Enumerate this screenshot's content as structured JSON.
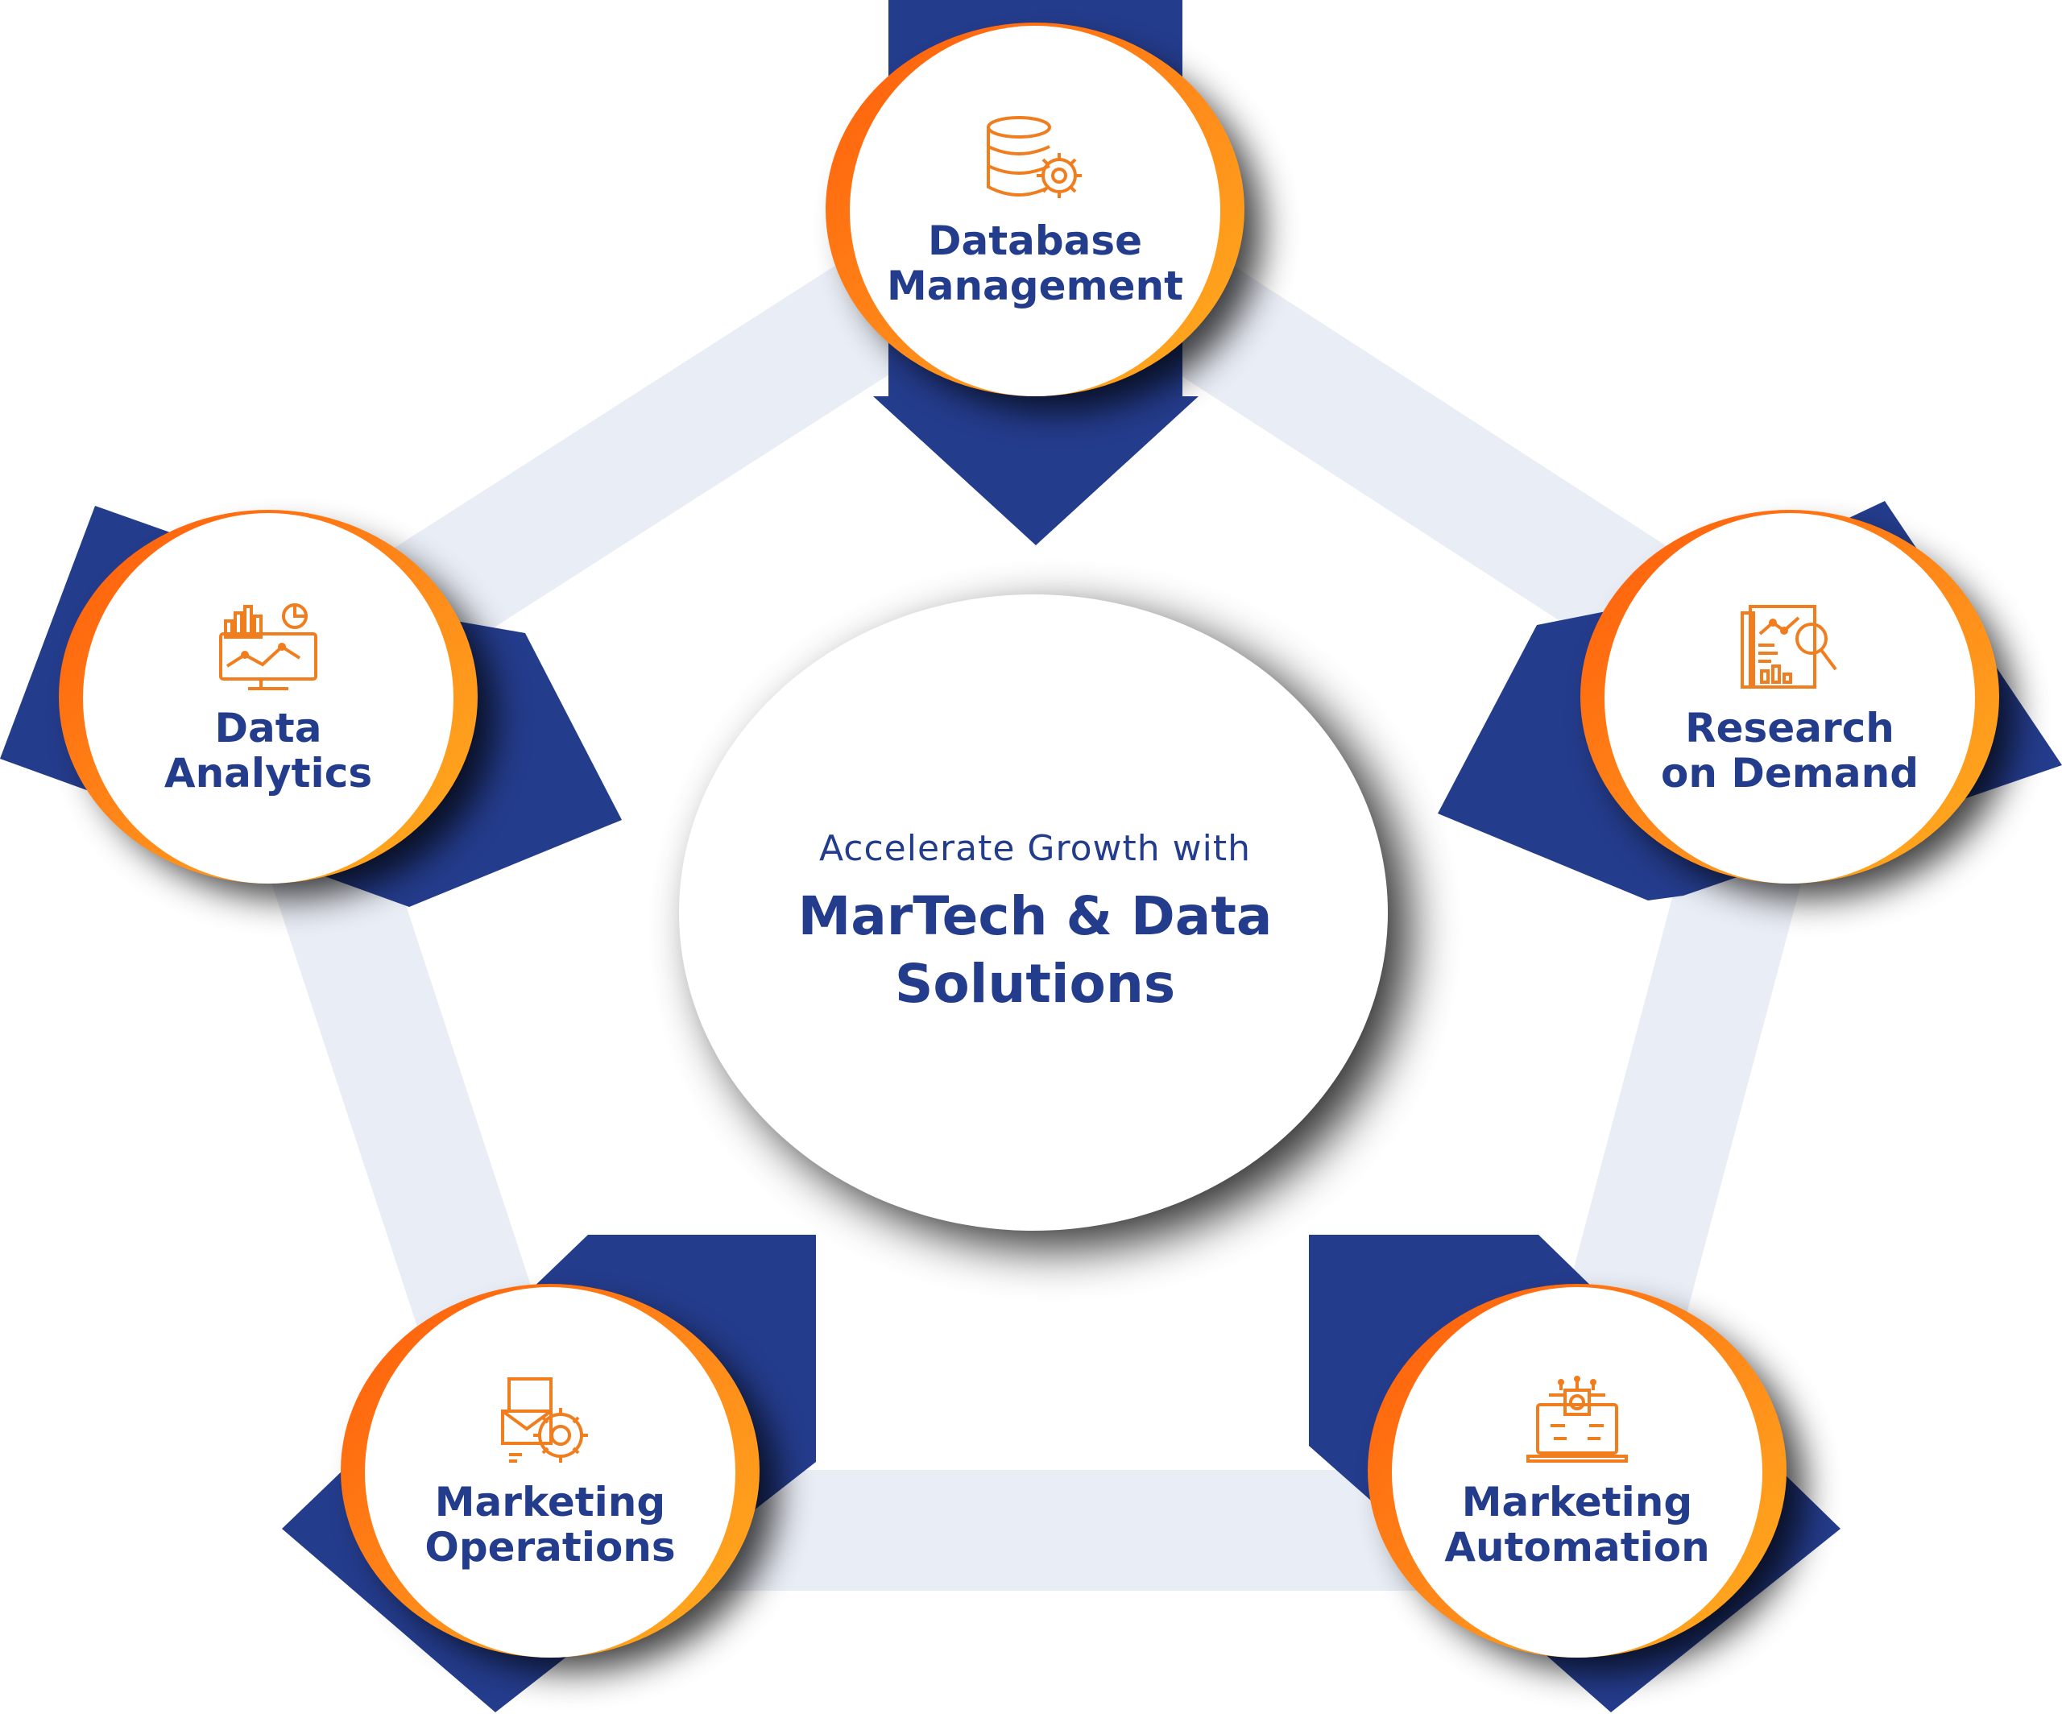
{
  "colors": {
    "navy": "#243c8c",
    "orange": "#ff7a1a",
    "orange_light": "#ffa21a",
    "track": "#e9edf5",
    "icon": "#f07d1e"
  },
  "center": {
    "kicker": "Accelerate Growth with",
    "headline_line1": "MarTech & Data",
    "headline_line2": "Solutions"
  },
  "nodes": {
    "database": {
      "line1": "Database",
      "line2": "Management",
      "icon": "database-gear-icon"
    },
    "research": {
      "line1": "Research",
      "line2": "on Demand",
      "icon": "report-magnifier-icon"
    },
    "automation": {
      "line1": "Marketing",
      "line2": "Automation",
      "icon": "laptop-gear-network-icon"
    },
    "operations": {
      "line1": "Marketing",
      "line2": "Operations",
      "icon": "envelope-gear-icon"
    },
    "analytics": {
      "line1": "Data",
      "line2": "Analytics",
      "icon": "monitor-chart-icon"
    }
  }
}
